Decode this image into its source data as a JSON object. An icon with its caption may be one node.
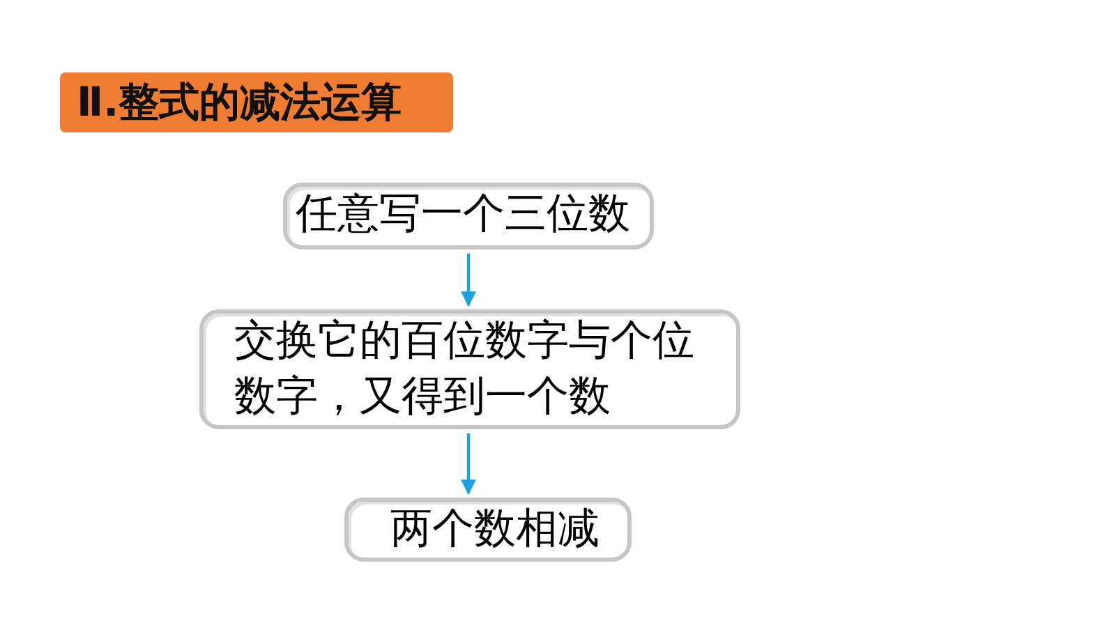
{
  "diagram": {
    "title": "Ⅱ.整式的减法运算",
    "nodes": [
      {
        "text": [
          "任意写一个三位数"
        ]
      },
      {
        "text": [
          "交换它的百位数字与个位数字，又得到一个数"
        ]
      },
      {
        "text": [
          "两个数相减"
        ]
      }
    ],
    "edges": [
      {
        "from": 0,
        "to": 1,
        "arrow": "to",
        "color": "#1aa3e0"
      },
      {
        "from": 1,
        "to": 2,
        "arrow": "to",
        "color": "#1aa3e0"
      }
    ]
  }
}
